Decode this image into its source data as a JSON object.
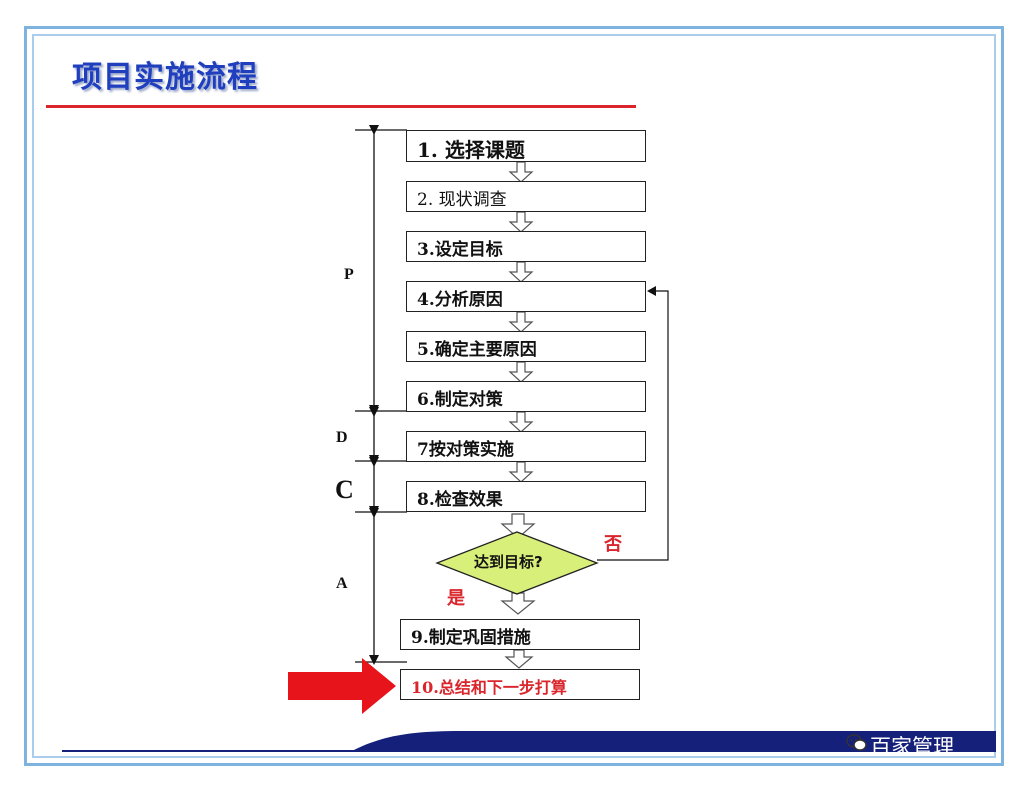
{
  "title": "项目实施流程",
  "steps": [
    {
      "label": "1. 选择课题"
    },
    {
      "label": "2. 现状调查"
    },
    {
      "label": "3.设定目标"
    },
    {
      "label": "4.分析原因"
    },
    {
      "label": "5.确定主要原因"
    },
    {
      "label": "6.制定对策"
    },
    {
      "label": "7按对策实施"
    },
    {
      "label": "8.检查效果"
    },
    {
      "label": "9.制定巩固措施"
    },
    {
      "label": "10.总结和下一步打算"
    }
  ],
  "decision": {
    "label": "达到目标?",
    "yes": "是",
    "no": "否"
  },
  "phases": {
    "p": "P",
    "d": "D",
    "c": "C",
    "a": "A"
  },
  "footer": {
    "brand": "百家管理",
    "icon": "wechat-icon"
  },
  "colors": {
    "title": "#1f3fbf",
    "accent_red": "#d9252b",
    "decision_fill": "#d8f07a",
    "navy": "#14207a",
    "frame": "#7fb3df"
  }
}
